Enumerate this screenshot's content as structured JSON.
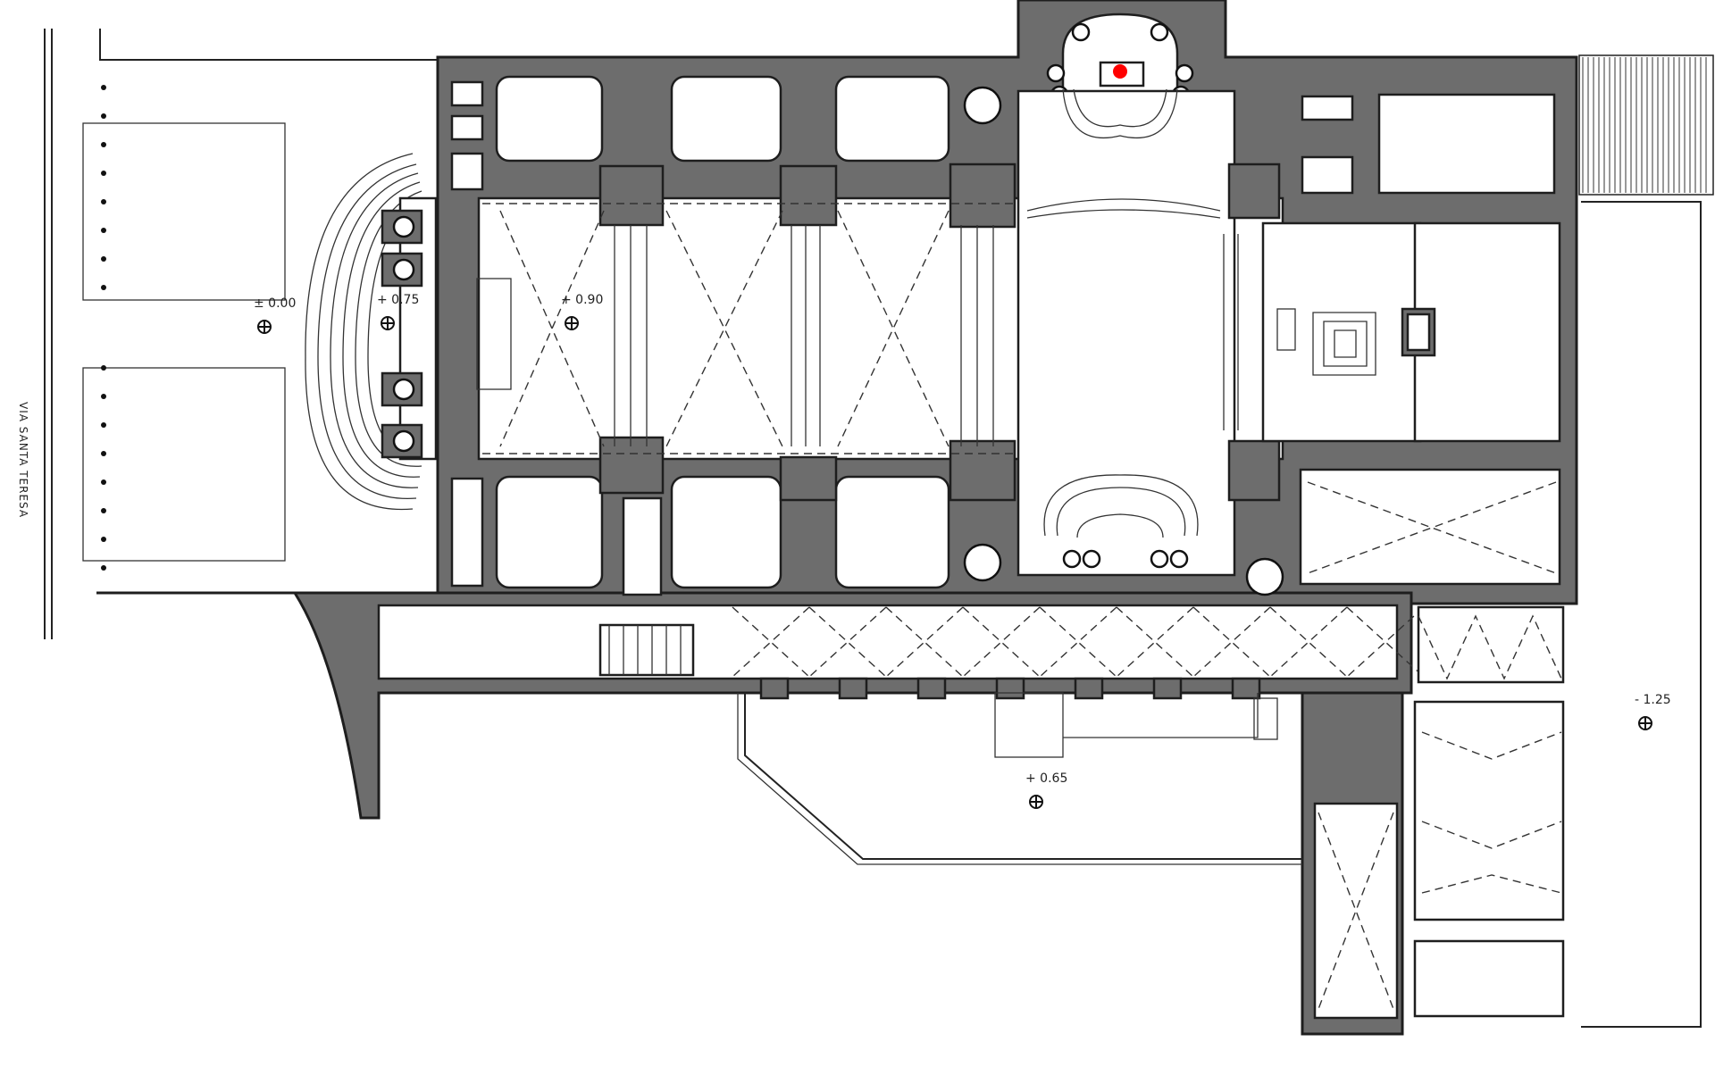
{
  "plan": {
    "street_name": "VIA SANTA TERESA",
    "levels": [
      {
        "id": "forecourt",
        "text": "± 0.00"
      },
      {
        "id": "portico",
        "text": "+ 0.75"
      },
      {
        "id": "nave",
        "text": "+ 0.90"
      },
      {
        "id": "courtyard",
        "text": "+ 0.65"
      },
      {
        "id": "east",
        "text": "- 1.25"
      }
    ],
    "marker_color": "#ff0000"
  }
}
